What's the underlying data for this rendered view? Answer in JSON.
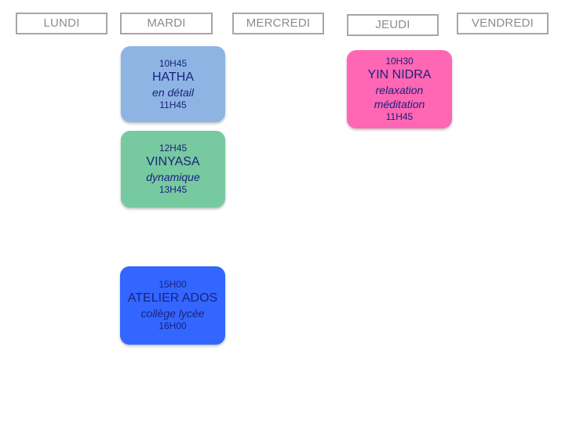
{
  "days": [
    "LUNDI",
    "MARDI",
    "MERCREDI",
    "JEUDI",
    "VENDREDI"
  ],
  "classes": [
    {
      "day": "MARDI",
      "start": "10H45",
      "name": "HATHA",
      "subtitle": "en détail",
      "end": "11H45",
      "color": "#8eb4e3"
    },
    {
      "day": "MARDI",
      "start": "12H45",
      "name": "VINYASA",
      "subtitle": "dynamique",
      "end": "13H45",
      "color": "#77c9a0"
    },
    {
      "day": "MARDI",
      "start": "15H00",
      "name": "ATELIER ADOS",
      "subtitle": "collège lycée",
      "end": "16H00",
      "color": "#3366ff"
    },
    {
      "day": "JEUDI",
      "start": "10H30",
      "name": "YIN NIDRA",
      "subtitle": "relaxation",
      "subtitle2": "méditation",
      "end": "11H45",
      "color": "#ff66b3"
    }
  ]
}
